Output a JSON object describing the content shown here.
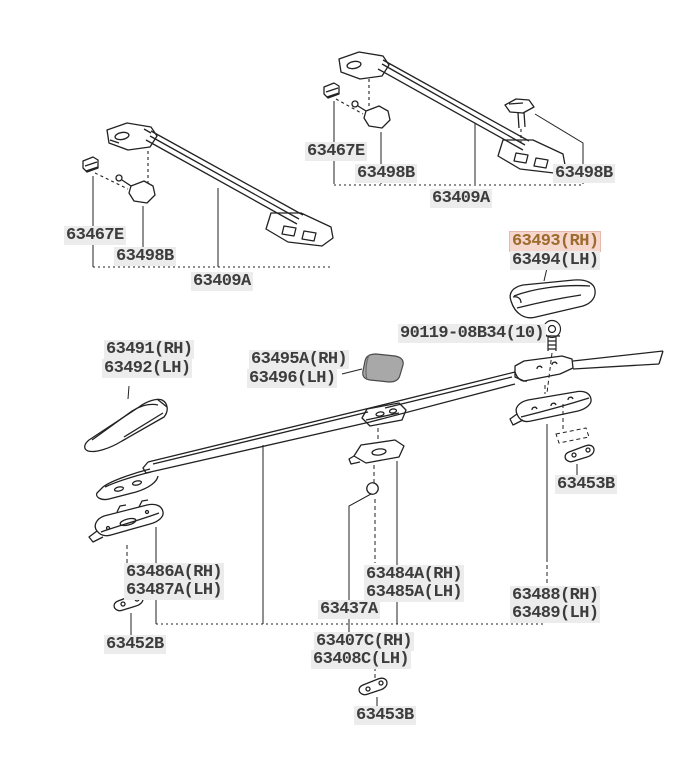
{
  "diagram": {
    "kind": "exploded-parts-diagram",
    "subject": "roof rack / roof rail",
    "colors": {
      "line": "#222222",
      "label_background": "#ececec",
      "label_text": "#3c3c3c",
      "highlight_background": "#f6d7ce",
      "highlight_text": "#9d6b2d",
      "highlight_border": "#e6b9ae",
      "block_fill": "#a8a8a8"
    }
  },
  "labels": [
    {
      "id": "front-crossbar-clamp",
      "text": "63467E",
      "highlighted": false
    },
    {
      "id": "front-crossbar-stay",
      "text": "63498B",
      "highlighted": false
    },
    {
      "id": "front-crossbar-bar",
      "text": "63409A",
      "highlighted": false
    },
    {
      "id": "rear-crossbar-clamp",
      "text": "63467E",
      "highlighted": false
    },
    {
      "id": "rear-crossbar-stay-left",
      "text": "63498B",
      "highlighted": false
    },
    {
      "id": "rear-crossbar-stay-right",
      "text": "63498B",
      "highlighted": false
    },
    {
      "id": "rear-crossbar-bar",
      "text": "63409A",
      "highlighted": false
    },
    {
      "id": "cover-cap-rh",
      "text": "63493(RH)",
      "highlighted": true
    },
    {
      "id": "cover-cap-lh",
      "text": "63494(LH)",
      "highlighted": false
    },
    {
      "id": "rail-end-cap-rh",
      "text": "63491(RH)",
      "highlighted": false
    },
    {
      "id": "rail-end-cap-lh",
      "text": "63492(LH)",
      "highlighted": false
    },
    {
      "id": "rail-cover-rh",
      "text": "63495A(RH)",
      "highlighted": false
    },
    {
      "id": "rail-cover-lh",
      "text": "63496(LH)",
      "highlighted": false
    },
    {
      "id": "mount-bolt",
      "text": "90119-08B34(10)",
      "highlighted": false
    },
    {
      "id": "retainer-rear",
      "text": "63453B",
      "highlighted": false
    },
    {
      "id": "pad-front-rh",
      "text": "63486A(RH)",
      "highlighted": false
    },
    {
      "id": "pad-front-lh",
      "text": "63487A(LH)",
      "highlighted": false
    },
    {
      "id": "pad-center-rh",
      "text": "63484A(RH)",
      "highlighted": false
    },
    {
      "id": "pad-center-lh",
      "text": "63485A(LH)",
      "highlighted": false
    },
    {
      "id": "rail-bracket",
      "text": "63437A",
      "highlighted": false
    },
    {
      "id": "leg-cover-rh",
      "text": "63488(RH)",
      "highlighted": false
    },
    {
      "id": "leg-cover-lh",
      "text": "63489(LH)",
      "highlighted": false
    },
    {
      "id": "retainer-front",
      "text": "63452B",
      "highlighted": false
    },
    {
      "id": "roof-rail-rh",
      "text": "63407C(RH)",
      "highlighted": false
    },
    {
      "id": "roof-rail-lh",
      "text": "63408C(LH)",
      "highlighted": false
    },
    {
      "id": "retainer-center",
      "text": "63453B",
      "highlighted": false
    }
  ]
}
